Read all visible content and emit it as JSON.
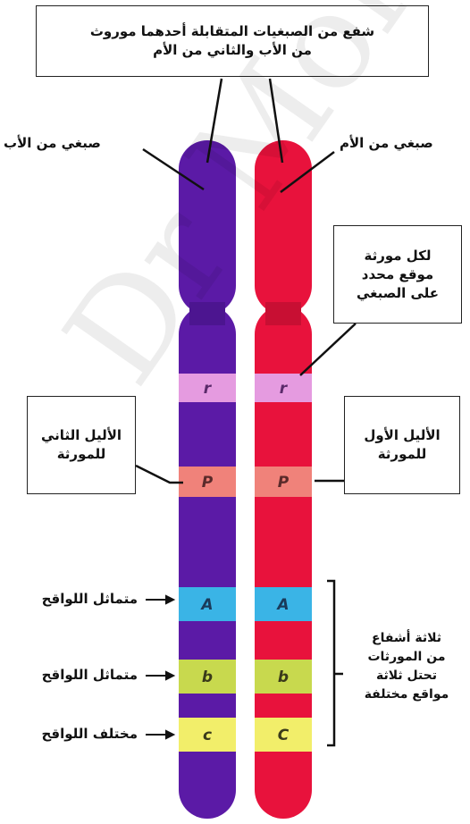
{
  "top_box": {
    "line1": "شفع من الصبغيات المتقابلة أحدهما موروث",
    "line2": "من الأب والثاني من الأم"
  },
  "father_label": "صبغي من الأب",
  "mother_label": "صبغي من الأم",
  "locus_box": {
    "line1": "لكل مورثة",
    "line2": "موقع محدد",
    "line3": "على الصبغي"
  },
  "allele2_box": {
    "line1": "الأليل الثاني",
    "line2": "للمورثة"
  },
  "allele1_box": {
    "line1": "الأليل الأول",
    "line2": "للمورثة"
  },
  "left_labels": {
    "a": "متماثل اللواقح",
    "b": "متماثل اللواقح",
    "c": "مختلف اللواقح"
  },
  "right_group": {
    "line1": "ثلاثة أشفاع",
    "line2": "من المورثات",
    "line3": "تحتل ثلاثة",
    "line4": "مواقع مختلفة"
  },
  "genes_father": {
    "r": "r",
    "P": "P",
    "A": "A",
    "b": "b",
    "c": "c"
  },
  "genes_mother": {
    "r": "r",
    "P": "P",
    "A": "A",
    "b": "b",
    "C": "C"
  },
  "watermark": "Dr Mohammad",
  "colors": {
    "father": "#5b1aa6",
    "mother": "#e8123c",
    "band_r": "#e59be0",
    "band_P": "#f0827a",
    "band_A": "#3ab4e6",
    "band_b": "#c8d94e",
    "band_c": "#f2ee6a"
  }
}
